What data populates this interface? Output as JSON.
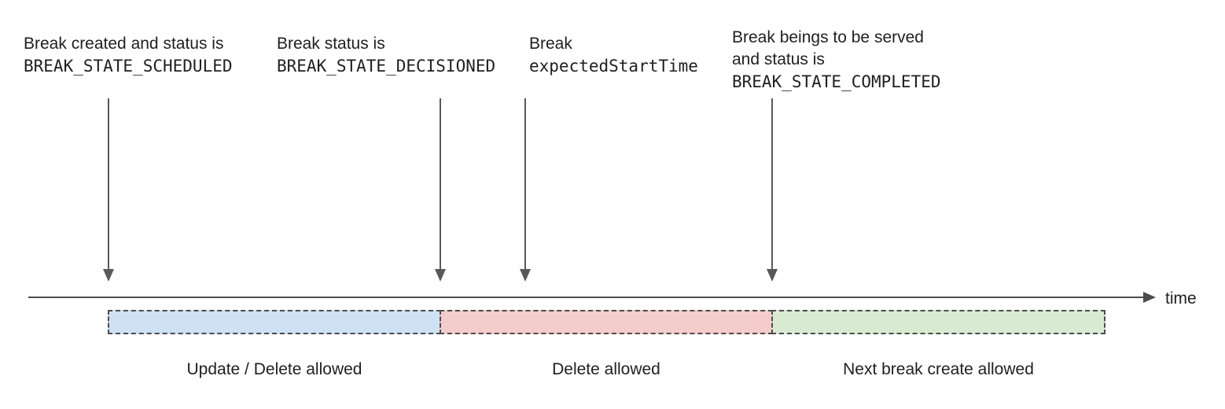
{
  "annotations": {
    "scheduled": {
      "line1": "Break created and status is",
      "line2": "BREAK_STATE_SCHEDULED"
    },
    "decisioned": {
      "line1": "Break status is",
      "line2": "BREAK_STATE_DECISIONED"
    },
    "expected_start": {
      "line1": "Break",
      "line2": "expectedStartTime"
    },
    "completed": {
      "line1": "Break beings to be served",
      "line2": "and status is",
      "line3": "BREAK_STATE_COMPLETED"
    }
  },
  "timeline": {
    "axis_label": "time"
  },
  "segments": {
    "update_delete": {
      "label": "Update / Delete allowed",
      "color": "#cfe2f3"
    },
    "delete": {
      "label": "Delete allowed",
      "color": "#f4cccc"
    },
    "next_create": {
      "label": "Next break create allowed",
      "color": "#d9ead3"
    }
  },
  "colors": {
    "arrow": "#595959",
    "axis": "#4d4d4d",
    "segment_border": "#4d4d4d",
    "text": "#1f1f1f"
  }
}
